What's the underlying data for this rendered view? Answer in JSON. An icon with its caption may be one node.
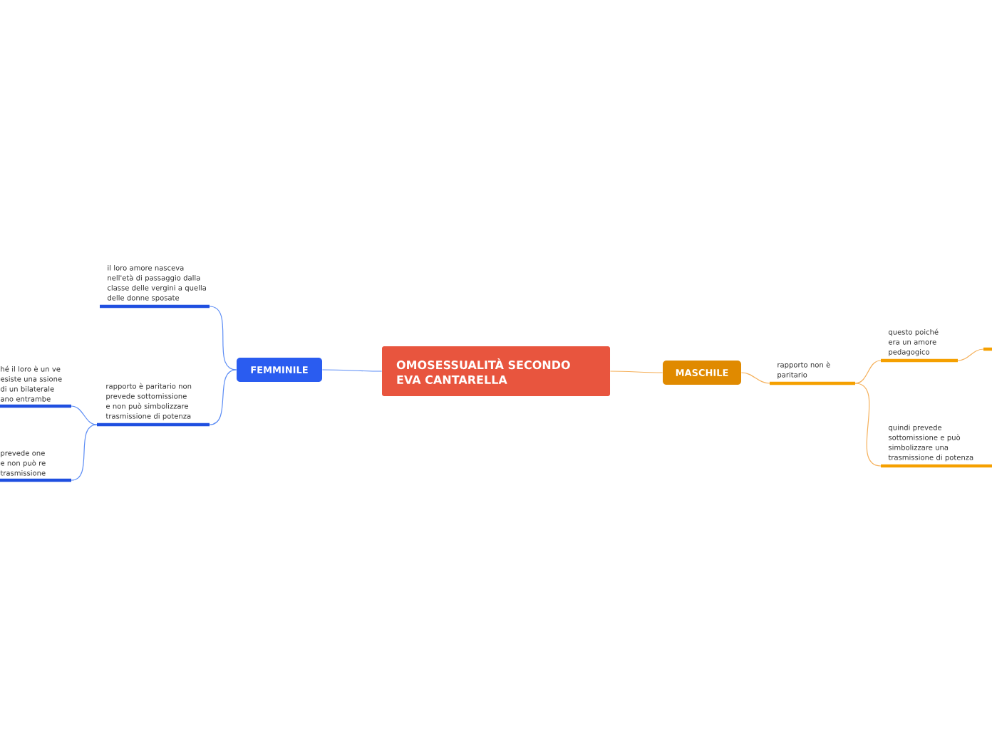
{
  "diagram": {
    "nodes": [
      {
        "text": [
          "OMOSESSUALITÀ SECONDO EVA CANTARELLA"
        ]
      },
      {
        "text": [
          "FEMMINILE"
        ]
      },
      {
        "text": [
          "il loro amore nasceva nell'età di passaggio dalla classe delle vergini a quella delle donne sposate"
        ]
      },
      {
        "text": [
          "rapporto è paritario non prevede sottomissione e non può simbolizzare trasmissione di potenza"
        ]
      },
      {
        "text": [
          "hé il loro è un ve esiste una ssione di un bilaterale ano entrambe"
        ]
      },
      {
        "text": [
          "prevede one e non può re trasmissione"
        ]
      },
      {
        "text": [
          "MASCHILE"
        ]
      },
      {
        "text": [
          "rapporto non è paritario"
        ]
      },
      {
        "text": [
          "questo poiché era un amore pedagogico"
        ]
      },
      {
        "text": [
          "quindi prevede sottomissione e può simbolizzare una trasmissione di potenza"
        ]
      },
      {
        "text": [],
        "shape": "bar"
      }
    ],
    "edges": [
      {
        "from": 0,
        "to": 1,
        "arrow": "none",
        "color": "#5b8cf5"
      },
      {
        "from": 1,
        "to": 2,
        "arrow": "none",
        "color": "#5b8cf5"
      },
      {
        "from": 1,
        "to": 3,
        "arrow": "none",
        "color": "#5b8cf5"
      },
      {
        "from": 3,
        "to": 4,
        "arrow": "none",
        "color": "#5b8cf5"
      },
      {
        "from": 3,
        "to": 5,
        "arrow": "none",
        "color": "#5b8cf5"
      },
      {
        "from": 0,
        "to": 6,
        "arrow": "none",
        "color": "#f5b05a"
      },
      {
        "from": 6,
        "to": 7,
        "arrow": "none",
        "color": "#f5b05a"
      },
      {
        "from": 7,
        "to": 8,
        "arrow": "none",
        "color": "#f5b05a"
      },
      {
        "from": 7,
        "to": 9,
        "arrow": "none",
        "color": "#f5b05a"
      },
      {
        "from": 8,
        "to": 10,
        "arrow": "none",
        "color": "#f5b05a"
      }
    ]
  }
}
